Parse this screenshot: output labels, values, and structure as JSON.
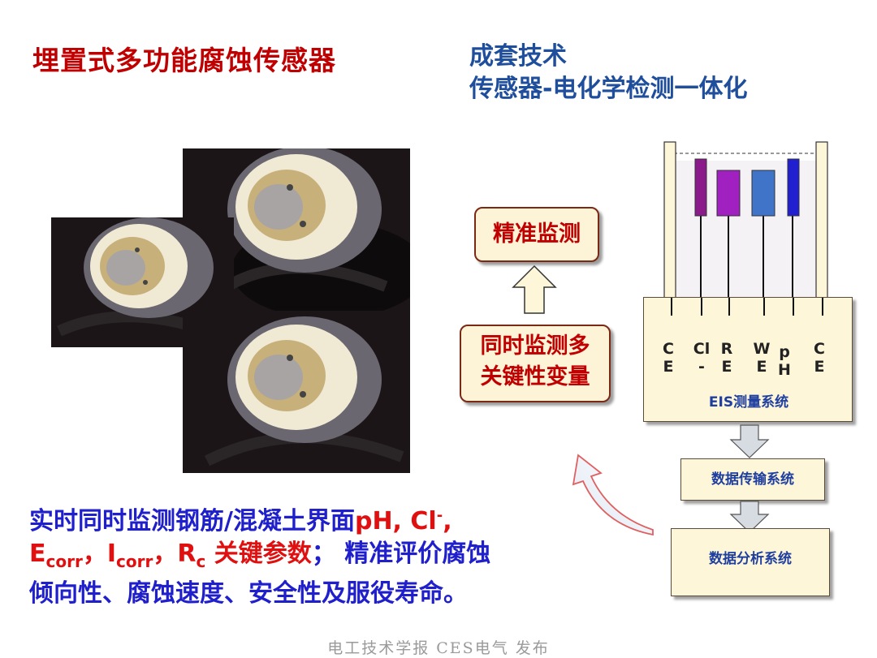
{
  "titles": {
    "left": "埋置式多功能腐蚀传感器",
    "right_line1": "成套技术",
    "right_line2": "传感器-电化学检测一体化"
  },
  "flow": {
    "top_box": "精准监测",
    "middle_box_line1": "同时监测多",
    "middle_box_line2": "关键性变量"
  },
  "sensor": {
    "electrodes": [
      {
        "top": "C",
        "bottom": "E"
      },
      {
        "top": "Cl",
        "bottom": "-"
      },
      {
        "top": "R",
        "bottom": "E"
      },
      {
        "top": "W",
        "bottom": "E"
      },
      {
        "top": "p",
        "bottom": "H"
      },
      {
        "top": "C",
        "bottom": "E"
      }
    ],
    "eis_label": "EIS测量系统",
    "probe_colors": [
      "#8b1a8b",
      "#a020c0",
      "#3f74c8",
      "#2020d0"
    ]
  },
  "systems": {
    "transfer": "数据传输系统",
    "analysis": "数据分析系统"
  },
  "bottom_text": {
    "line1_blue": "实时同时监测钢筋/混凝土界面",
    "line1_red_a": "pH, Cl",
    "line1_red_sup": "-",
    "line1_red_b": ",",
    "e_main": "E",
    "e_sub": "corr",
    "sep1": "，",
    "i_main": "I",
    "i_sub": "corr",
    "sep2": "，",
    "r_main": "R",
    "r_sub": "c",
    "key_params": " 关键参数",
    "line2_blue": "；  精准评价腐蚀",
    "line3": "倾向性、腐蚀速度、安全性及服役寿命。"
  },
  "footer": "电工技术学报 CES电气 发布"
}
